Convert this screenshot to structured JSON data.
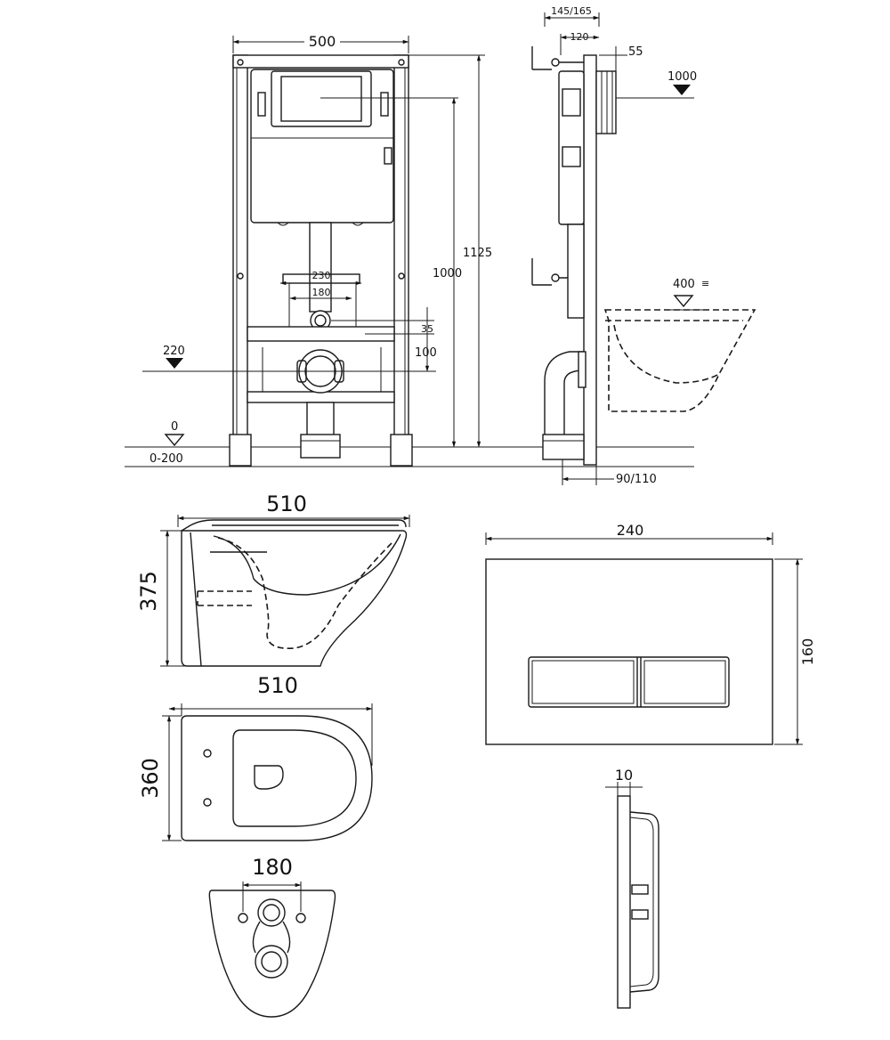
{
  "frame_front": {
    "width_label": "500",
    "height_total_label": "1125",
    "height_actuator_label": "1000",
    "bolt_spacing_outer_label": "230",
    "bolt_spacing_inner_label": "180",
    "offset_small_label": "35",
    "offset_outlet_label": "100",
    "outlet_level_label": "220",
    "floor_level_label": "0",
    "floor_range_label": "0-200"
  },
  "frame_side": {
    "depth_label": "145/165",
    "depth_inner_label": "120",
    "wall_offset_label": "55",
    "actuator_level_label": "1000",
    "bowl_level_label": "400",
    "bottom_label": "90/110"
  },
  "bowl_side": {
    "width_label": "510",
    "height_label": "375"
  },
  "bowl_top": {
    "width_label": "510",
    "depth_label": "360"
  },
  "bowl_back": {
    "bolt_spacing_label": "180"
  },
  "flush_plate": {
    "width_label": "240",
    "height_label": "160",
    "thickness_label": "10"
  }
}
